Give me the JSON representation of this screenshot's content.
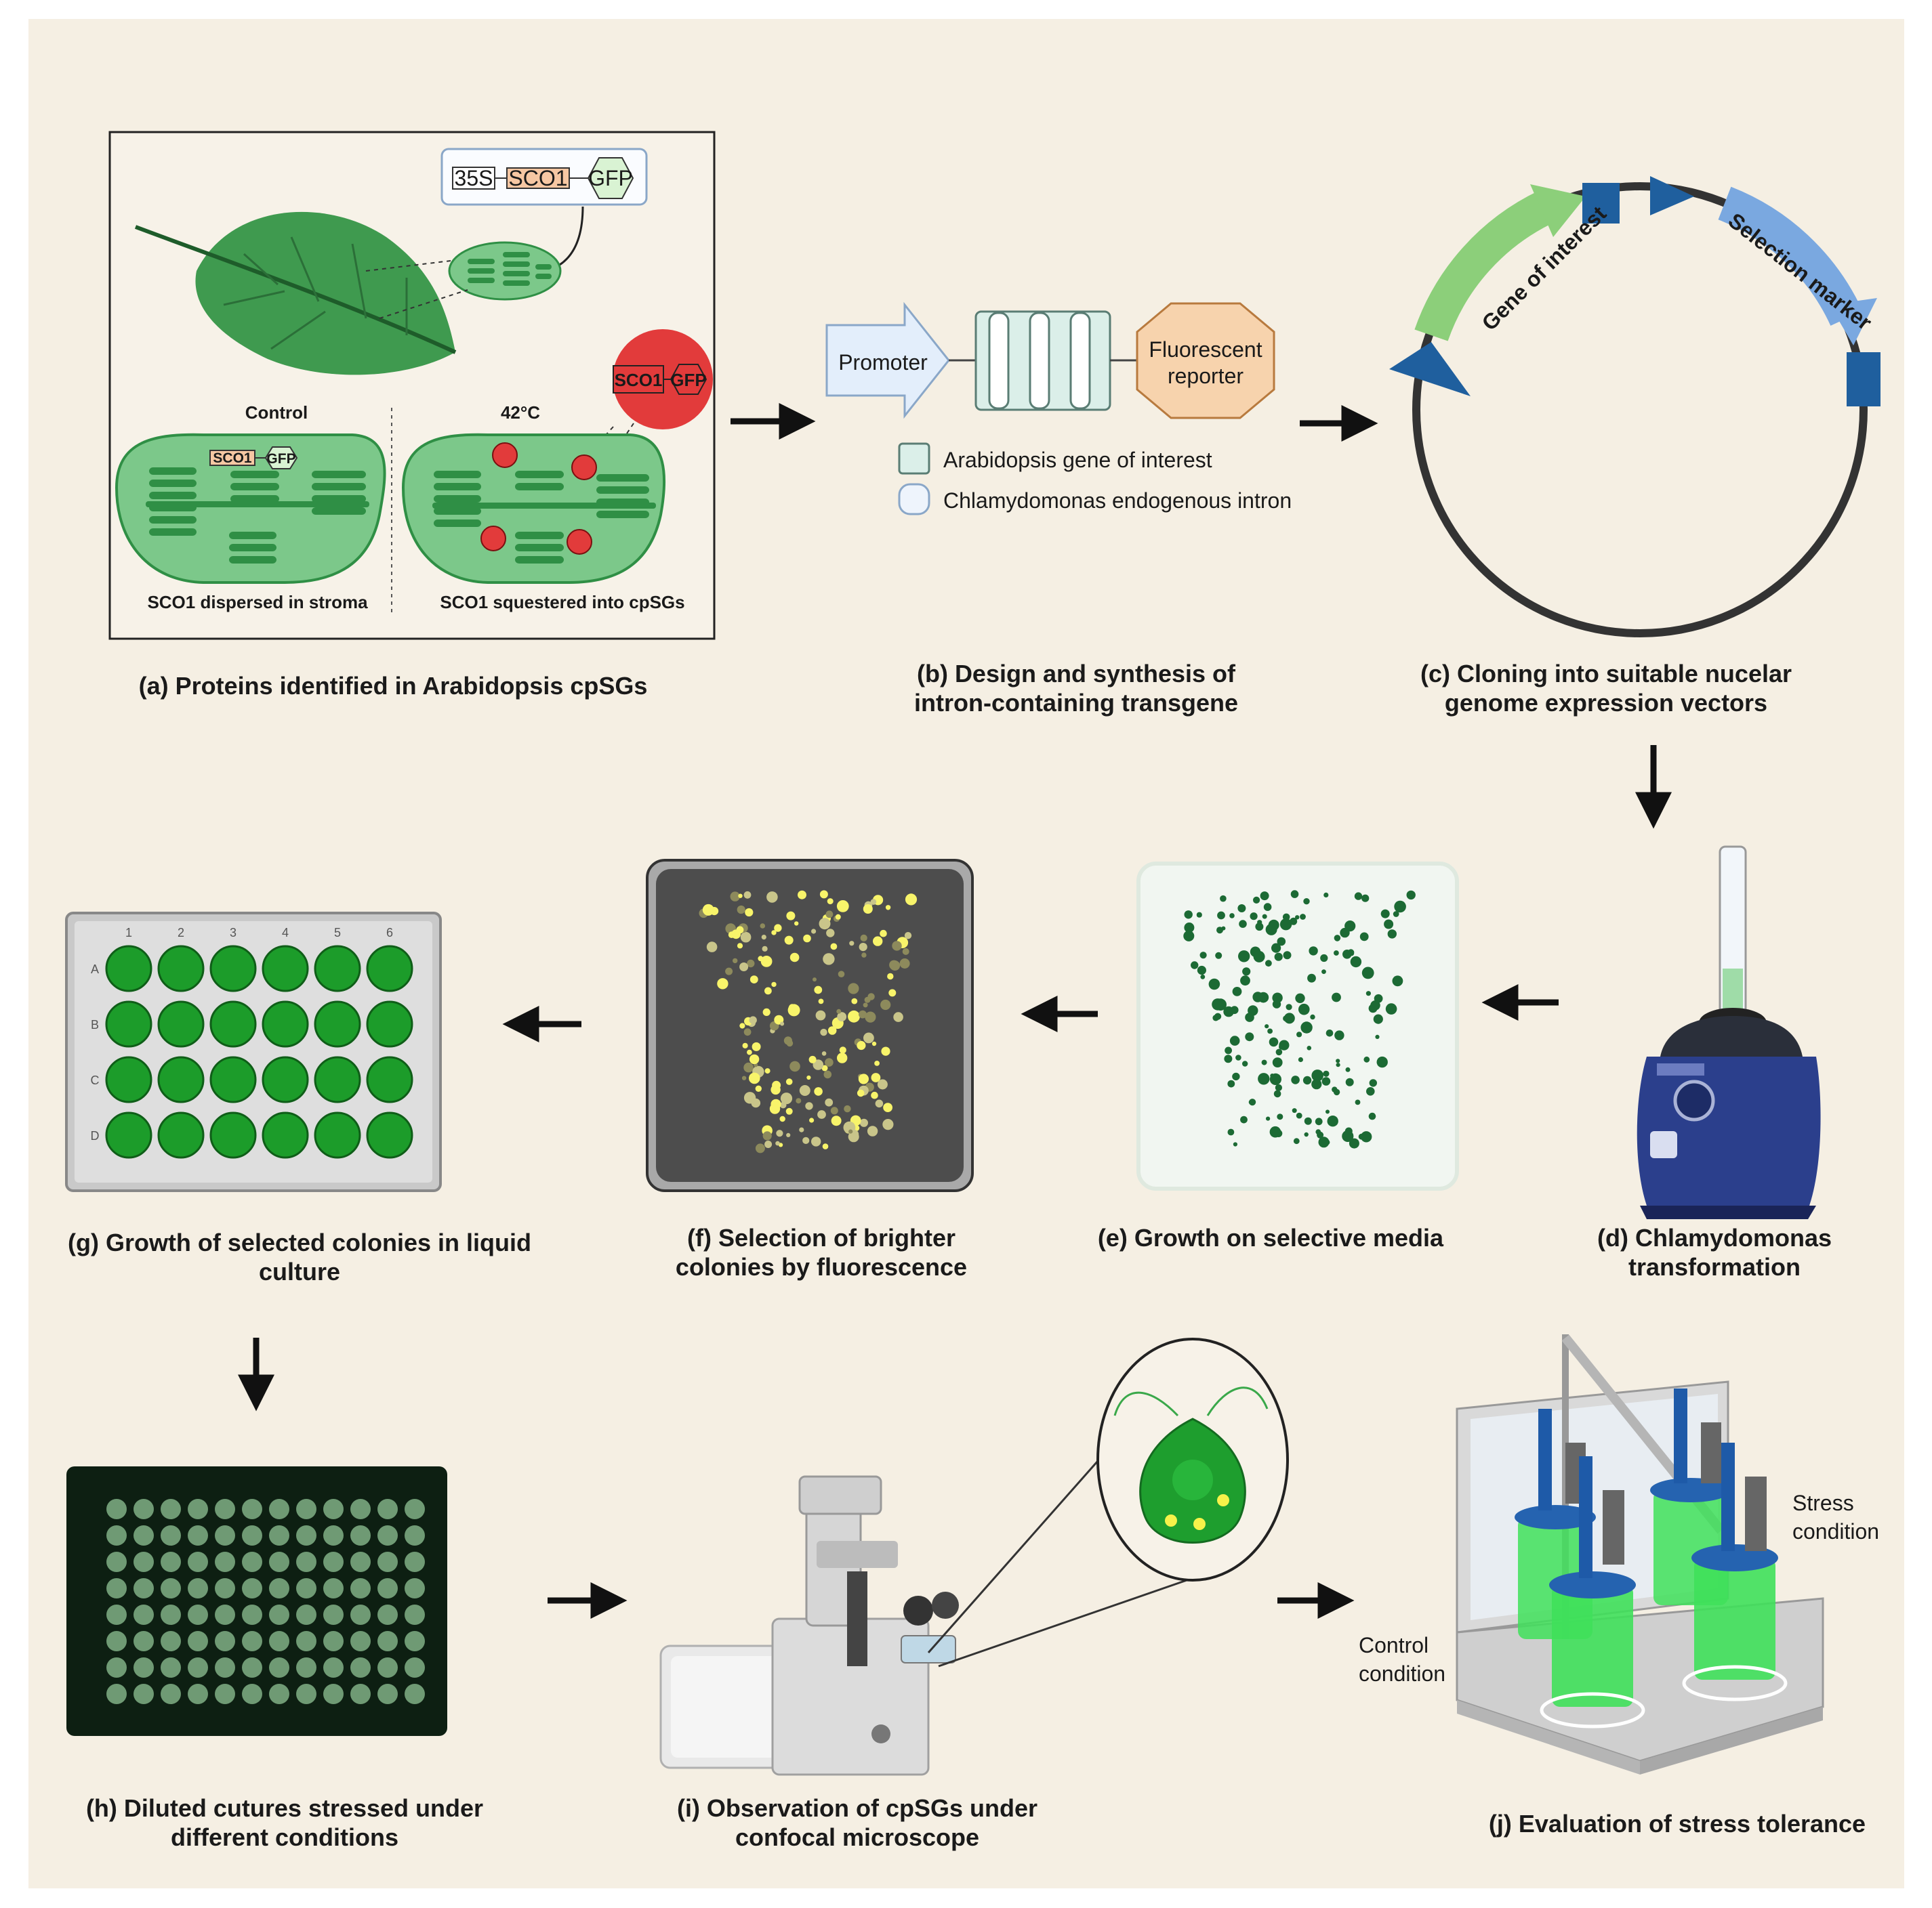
{
  "colors": {
    "background": "#f5efe3",
    "leaf": "#3f9a4f",
    "chloroplast": "#7cc88a",
    "thylakoid": "#2f8f45",
    "granule": "#e23b3b",
    "promoter": "#e3eefb",
    "gene": "#dbefe9",
    "reporter": "#f7d3ad",
    "plasmid_green": "#8ccf7a",
    "plasmid_blue": "#7aa8e0",
    "plasmid_dark": "#1f5f9e",
    "arrow": "#111111"
  },
  "panel_a": {
    "construct_promoter": "35S",
    "construct_gene": "SCO1",
    "construct_tag": "GFP",
    "zoom_gene": "SCO1",
    "zoom_tag": "GFP",
    "control_title": "Control",
    "heat_title": "42°C",
    "control_gene": "SCO1",
    "control_tag": "GFP",
    "control_caption": "SCO1 dispersed in stroma",
    "heat_caption": "SCO1 squestered into cpSGs",
    "caption": "(a) Proteins identified in Arabidopsis cpSGs"
  },
  "panel_b": {
    "promoter": "Promoter",
    "reporter_line1": "Fluorescent",
    "reporter_line2": "reporter",
    "legend_gene": "Arabidopsis gene of interest",
    "legend_intron": "Chlamydomonas endogenous intron",
    "caption_line1": "(b) Design and synthesis of",
    "caption_line2": "intron-containing transgene"
  },
  "panel_c": {
    "gene_label": "Gene of interest",
    "marker_label": "Selection marker",
    "caption_line1": "(c) Cloning into suitable nucelar",
    "caption_line2": "genome expression vectors"
  },
  "panel_d": {
    "caption_line1": "(d) Chlamydomonas",
    "caption_line2": "transformation"
  },
  "panel_e": {
    "caption": "(e) Growth on selective media"
  },
  "panel_f": {
    "caption_line1": "(f) Selection of brighter",
    "caption_line2": "colonies by fluorescence"
  },
  "panel_g": {
    "columns": [
      "1",
      "2",
      "3",
      "4",
      "5",
      "6"
    ],
    "rows": [
      "A",
      "B",
      "C",
      "D"
    ],
    "caption_line1": "(g) Growth of selected colonies in liquid",
    "caption_line2": "culture"
  },
  "panel_h": {
    "caption_line1": "(h) Diluted cutures stressed under",
    "caption_line2": "different conditions"
  },
  "panel_i": {
    "caption_line1": "(i) Observation of cpSGs under",
    "caption_line2": "confocal microscope"
  },
  "panel_j": {
    "stress_line1": "Stress",
    "stress_line2": "condition",
    "control_line1": "Control",
    "control_line2": "condition",
    "caption": "(j) Evaluation of stress tolerance"
  }
}
